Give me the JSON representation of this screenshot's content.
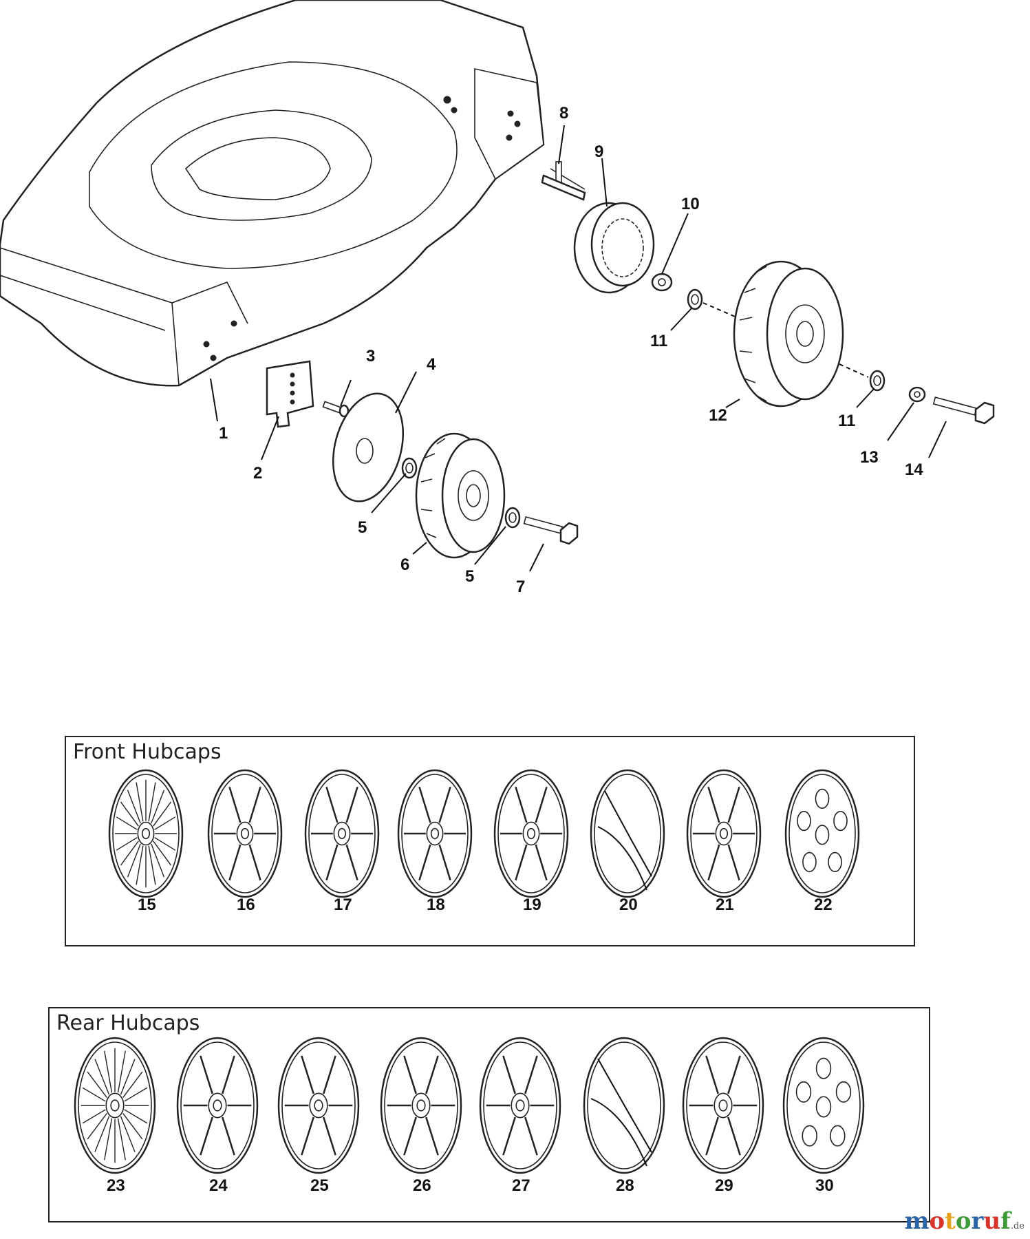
{
  "callouts": {
    "c1": "1",
    "c2": "2",
    "c3": "3",
    "c4": "4",
    "c5a": "5",
    "c5b": "5",
    "c6": "6",
    "c7": "7",
    "c8": "8",
    "c9": "9",
    "c10": "10",
    "c11a": "11",
    "c11b": "11",
    "c12": "12",
    "c13": "13",
    "c14": "14"
  },
  "front_hubcaps": {
    "title": "Front Hubcaps",
    "items": [
      "15",
      "16",
      "17",
      "18",
      "19",
      "20",
      "21",
      "22"
    ]
  },
  "rear_hubcaps": {
    "title": "Rear Hubcaps",
    "items": [
      "23",
      "24",
      "25",
      "26",
      "27",
      "28",
      "29",
      "30"
    ]
  },
  "logo": {
    "text": "motoruf",
    "suffix": ".de"
  }
}
